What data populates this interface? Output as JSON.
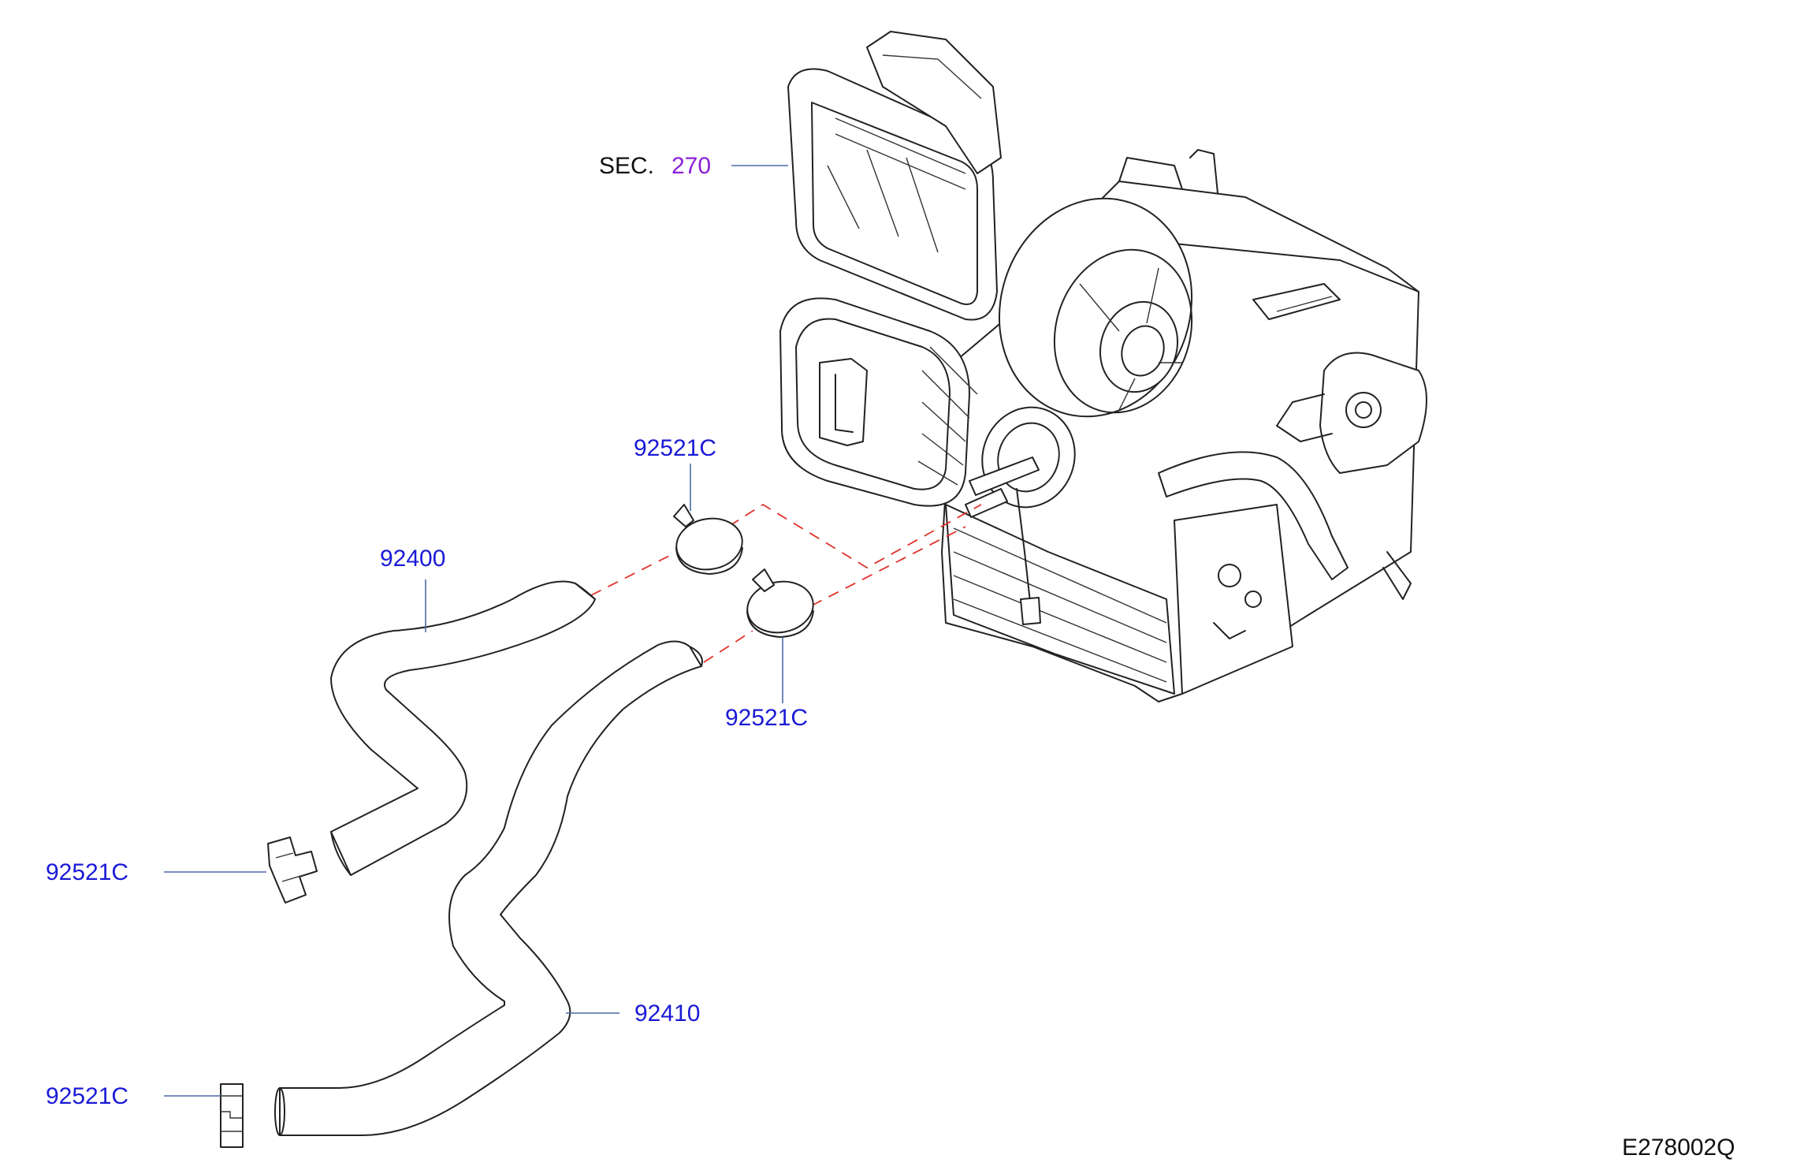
{
  "diagram": {
    "section_ref": {
      "prefix": "SEC.",
      "number": "270"
    },
    "parts": {
      "clamp_upper": "92521C",
      "hose_upper": "92400",
      "clamp_mid": "92521C",
      "clamp_left_upper": "92521C",
      "hose_lower": "92410",
      "clamp_left_lower": "92521C"
    },
    "drawing_code": "E278002Q"
  },
  "colors": {
    "part_label": "#1a1ad6",
    "section_number": "#8a1fd6",
    "leader_line": "#4a6aa8",
    "dashed_guide": "#e0302a"
  }
}
